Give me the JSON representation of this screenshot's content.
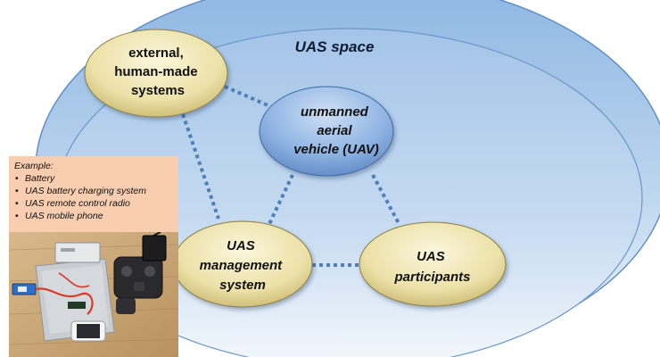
{
  "space": {
    "label": "UAS space"
  },
  "nodes": {
    "external": {
      "lines": [
        "external,",
        "human-made",
        "systems"
      ]
    },
    "uav": {
      "lines": [
        "unmanned",
        "aerial",
        "vehicle (UAV)"
      ]
    },
    "management": {
      "lines": [
        "UAS",
        "management",
        "system"
      ]
    },
    "participants": {
      "lines": [
        "UAS",
        "participants"
      ]
    }
  },
  "example": {
    "heading": "Example:",
    "items": [
      "Battery",
      "UAS battery charging system",
      "UAS remote control radio",
      "UAS mobile phone"
    ]
  },
  "colors": {
    "outer_ellipse": "#a9c8e8",
    "inner_ellipse": "#b8d2ee",
    "node_gold": "#f1e8b6",
    "node_blue": "#8fb4e3",
    "connector": "#4f7fb8",
    "example_bg": "#f8cdb0",
    "photo_floor": "#c9a57a"
  }
}
